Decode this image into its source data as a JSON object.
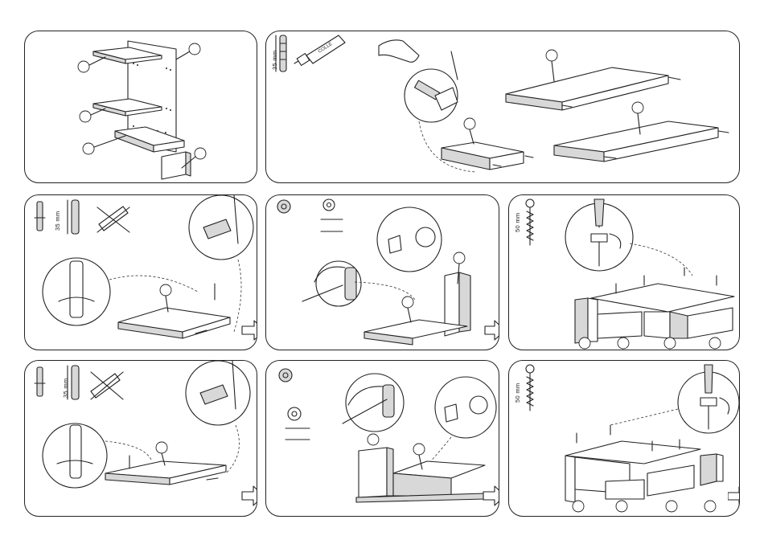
{
  "labels": {
    "len35_a": "35 mm",
    "len35_b": "35 mm",
    "len35_c": "35 mm",
    "len50_a": "50 mm",
    "len50_b": "50 mm"
  },
  "icons": {
    "arrow": "next-step-arrow-icon",
    "cross": "no-glue-cross-icon"
  }
}
